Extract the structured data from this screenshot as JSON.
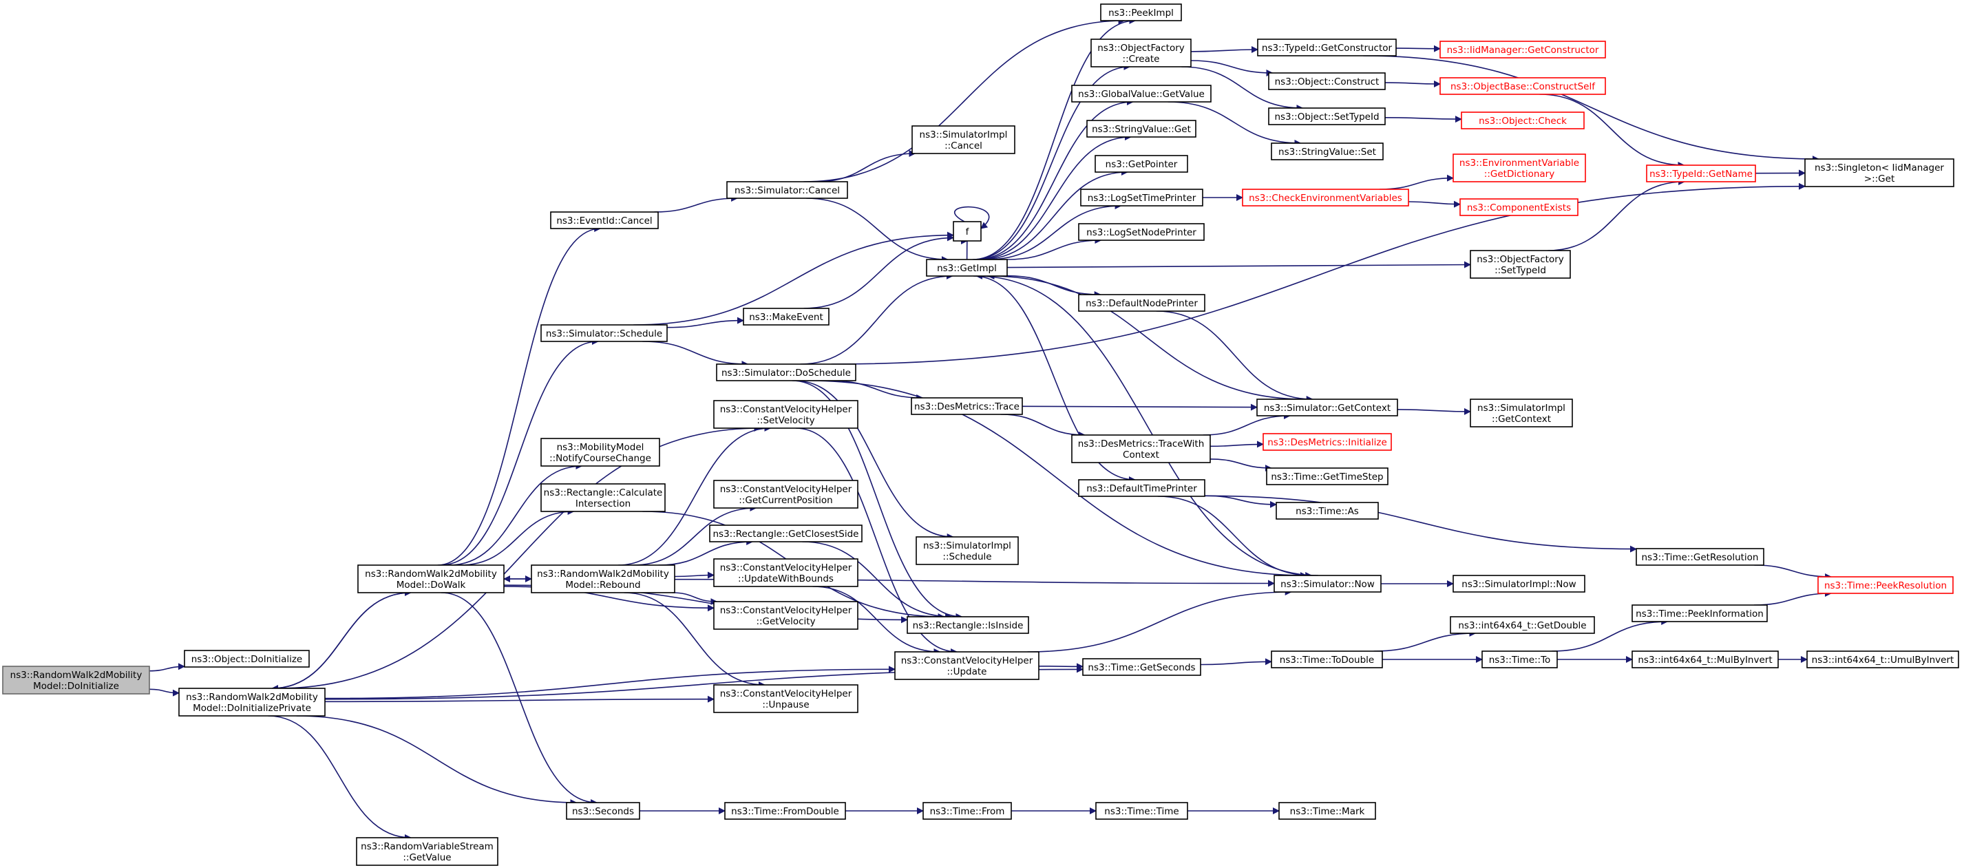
{
  "colors": {
    "edge": "#191970",
    "redBorder": "#ff0000",
    "rootFill": "#bfbfbf"
  },
  "nodes": [
    {
      "id": "root",
      "lines": [
        "ns3::RandomWalk2dMobility",
        "Model::DoInitialize"
      ],
      "style": "root"
    },
    {
      "id": "doinit_obj",
      "lines": [
        "ns3::Object::DoInitialize"
      ]
    },
    {
      "id": "doinitpriv",
      "lines": [
        "ns3::RandomWalk2dMobility",
        "Model::DoInitializePrivate"
      ]
    },
    {
      "id": "randvar",
      "lines": [
        "ns3::RandomVariableStream",
        "::GetValue"
      ]
    },
    {
      "id": "dowalk",
      "lines": [
        "ns3::RandomWalk2dMobility",
        "Model::DoWalk"
      ]
    },
    {
      "id": "eventcancel",
      "lines": [
        "ns3::EventId::Cancel"
      ]
    },
    {
      "id": "simschedule",
      "lines": [
        "ns3::Simulator::Schedule"
      ]
    },
    {
      "id": "notify",
      "lines": [
        "ns3::MobilityModel",
        "::NotifyCourseChange"
      ]
    },
    {
      "id": "calcint",
      "lines": [
        "ns3::Rectangle::Calculate",
        "Intersection"
      ]
    },
    {
      "id": "seconds",
      "lines": [
        "ns3::Seconds"
      ]
    },
    {
      "id": "rebound",
      "lines": [
        "ns3::RandomWalk2dMobility",
        "Model::Rebound"
      ]
    },
    {
      "id": "simcancel",
      "lines": [
        "ns3::Simulator::Cancel"
      ]
    },
    {
      "id": "makeevent",
      "lines": [
        "ns3::MakeEvent"
      ]
    },
    {
      "id": "dosched",
      "lines": [
        "ns3::Simulator::DoSchedule"
      ]
    },
    {
      "id": "cvh_setvel",
      "lines": [
        "ns3::ConstantVelocityHelper",
        "::SetVelocity"
      ]
    },
    {
      "id": "cvh_getpos",
      "lines": [
        "ns3::ConstantVelocityHelper",
        "::GetCurrentPosition"
      ]
    },
    {
      "id": "getclosest",
      "lines": [
        "ns3::Rectangle::GetClosestSide"
      ]
    },
    {
      "id": "cvh_upbounds",
      "lines": [
        "ns3::ConstantVelocityHelper",
        "::UpdateWithBounds"
      ]
    },
    {
      "id": "cvh_getvel",
      "lines": [
        "ns3::ConstantVelocityHelper",
        "::GetVelocity"
      ]
    },
    {
      "id": "cvh_unpause",
      "lines": [
        "ns3::ConstantVelocityHelper",
        "::Unpause"
      ]
    },
    {
      "id": "fromdouble",
      "lines": [
        "ns3::Time::FromDouble"
      ]
    },
    {
      "id": "simimplcancel",
      "lines": [
        "ns3::SimulatorImpl",
        "::Cancel"
      ]
    },
    {
      "id": "f",
      "lines": [
        "f"
      ]
    },
    {
      "id": "getimpl",
      "lines": [
        "ns3::GetImpl"
      ]
    },
    {
      "id": "desmetrics",
      "lines": [
        "ns3::DesMetrics::Trace"
      ]
    },
    {
      "id": "simimplsched",
      "lines": [
        "ns3::SimulatorImpl",
        "::Schedule"
      ]
    },
    {
      "id": "isinside",
      "lines": [
        "ns3::Rectangle::IsInside"
      ]
    },
    {
      "id": "cvh_update",
      "lines": [
        "ns3::ConstantVelocityHelper",
        "::Update"
      ]
    },
    {
      "id": "timefrom",
      "lines": [
        "ns3::Time::From"
      ]
    },
    {
      "id": "peekimpl",
      "lines": [
        "ns3::PeekImpl"
      ]
    },
    {
      "id": "objfactcreate",
      "lines": [
        "ns3::ObjectFactory",
        "::Create"
      ]
    },
    {
      "id": "globalget",
      "lines": [
        "ns3::GlobalValue::GetValue"
      ]
    },
    {
      "id": "strvalget",
      "lines": [
        "ns3::StringValue::Get"
      ]
    },
    {
      "id": "getpointer",
      "lines": [
        "ns3::GetPointer"
      ]
    },
    {
      "id": "logsettime",
      "lines": [
        "ns3::LogSetTimePrinter"
      ]
    },
    {
      "id": "logsetnode",
      "lines": [
        "ns3::LogSetNodePrinter"
      ]
    },
    {
      "id": "defnode",
      "lines": [
        "ns3::DefaultNodePrinter"
      ]
    },
    {
      "id": "tracewith",
      "lines": [
        "ns3::DesMetrics::TraceWith",
        "Context"
      ]
    },
    {
      "id": "deftime",
      "lines": [
        "ns3::DefaultTimePrinter"
      ]
    },
    {
      "id": "getseconds",
      "lines": [
        "ns3::Time::GetSeconds"
      ]
    },
    {
      "id": "timetime",
      "lines": [
        "ns3::Time::Time"
      ]
    },
    {
      "id": "typeidgetctor",
      "lines": [
        "ns3::TypeId::GetConstructor"
      ]
    },
    {
      "id": "objconstruct",
      "lines": [
        "ns3::Object::Construct"
      ]
    },
    {
      "id": "objsettypeid",
      "lines": [
        "ns3::Object::SetTypeId"
      ]
    },
    {
      "id": "strvalset",
      "lines": [
        "ns3::StringValue::Set"
      ]
    },
    {
      "id": "checkenv",
      "lines": [
        "ns3::CheckEnvironmentVariables"
      ],
      "style": "red"
    },
    {
      "id": "objfactsettype",
      "lines": [
        "ns3::ObjectFactory",
        "::SetTypeId"
      ]
    },
    {
      "id": "getcontext",
      "lines": [
        "ns3::Simulator::GetContext"
      ]
    },
    {
      "id": "desinit",
      "lines": [
        "ns3::DesMetrics::Initialize"
      ],
      "style": "red"
    },
    {
      "id": "gettimestep",
      "lines": [
        "ns3::Time::GetTimeStep"
      ]
    },
    {
      "id": "timeas",
      "lines": [
        "ns3::Time::As"
      ]
    },
    {
      "id": "simnow",
      "lines": [
        "ns3::Simulator::Now"
      ]
    },
    {
      "id": "getdouble",
      "lines": [
        "ns3::int64x64_t::GetDouble"
      ]
    },
    {
      "id": "todouble",
      "lines": [
        "ns3::Time::ToDouble"
      ]
    },
    {
      "id": "timemark",
      "lines": [
        "ns3::Time::Mark"
      ]
    },
    {
      "id": "iidgetctor",
      "lines": [
        "ns3::IidManager::GetConstructor"
      ],
      "style": "red"
    },
    {
      "id": "objbaseconstruct",
      "lines": [
        "ns3::ObjectBase::ConstructSelf"
      ],
      "style": "red"
    },
    {
      "id": "objcheck",
      "lines": [
        "ns3::Object::Check"
      ],
      "style": "red"
    },
    {
      "id": "envdict",
      "lines": [
        "ns3::EnvironmentVariable",
        "::GetDictionary"
      ],
      "style": "red"
    },
    {
      "id": "compexists",
      "lines": [
        "ns3::ComponentExists"
      ],
      "style": "red"
    },
    {
      "id": "simimplctx",
      "lines": [
        "ns3::SimulatorImpl",
        "::GetContext"
      ]
    },
    {
      "id": "getres",
      "lines": [
        "ns3::Time::GetResolution"
      ]
    },
    {
      "id": "simimplnow",
      "lines": [
        "ns3::SimulatorImpl::Now"
      ]
    },
    {
      "id": "peekinfo",
      "lines": [
        "ns3::Time::PeekInformation"
      ]
    },
    {
      "id": "timeto",
      "lines": [
        "ns3::Time::To"
      ]
    },
    {
      "id": "mulbyinv",
      "lines": [
        "ns3::int64x64_t::MulByInvert"
      ]
    },
    {
      "id": "typeidgetname",
      "lines": [
        "ns3::TypeId::GetName"
      ],
      "style": "red"
    },
    {
      "id": "singleton",
      "lines": [
        "ns3::Singleton< IidManager",
        " >::Get"
      ]
    },
    {
      "id": "peekres",
      "lines": [
        "ns3::Time::PeekResolution"
      ],
      "style": "red"
    },
    {
      "id": "umulbyinv",
      "lines": [
        "ns3::int64x64_t::UmulByInvert"
      ]
    }
  ]
}
